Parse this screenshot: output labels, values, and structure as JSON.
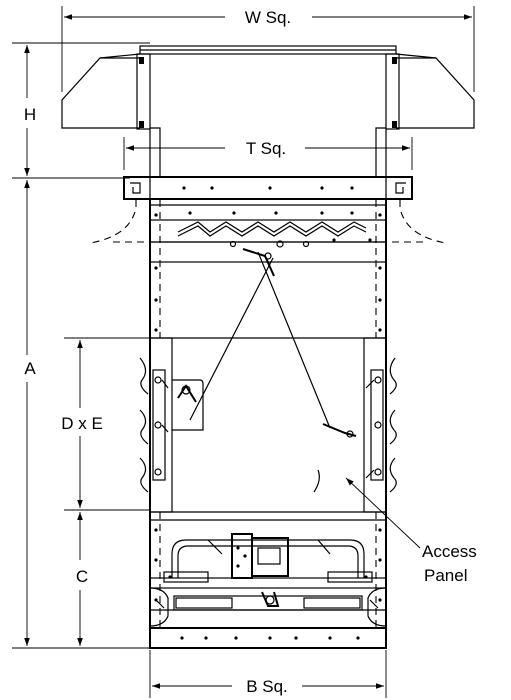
{
  "dimensions": {
    "w": "W Sq.",
    "h": "H",
    "t": "T Sq.",
    "a": "A",
    "dxe": "D x E",
    "c": "C",
    "b": "B Sq."
  },
  "callout": {
    "line1": "Access",
    "line2": "Panel"
  }
}
